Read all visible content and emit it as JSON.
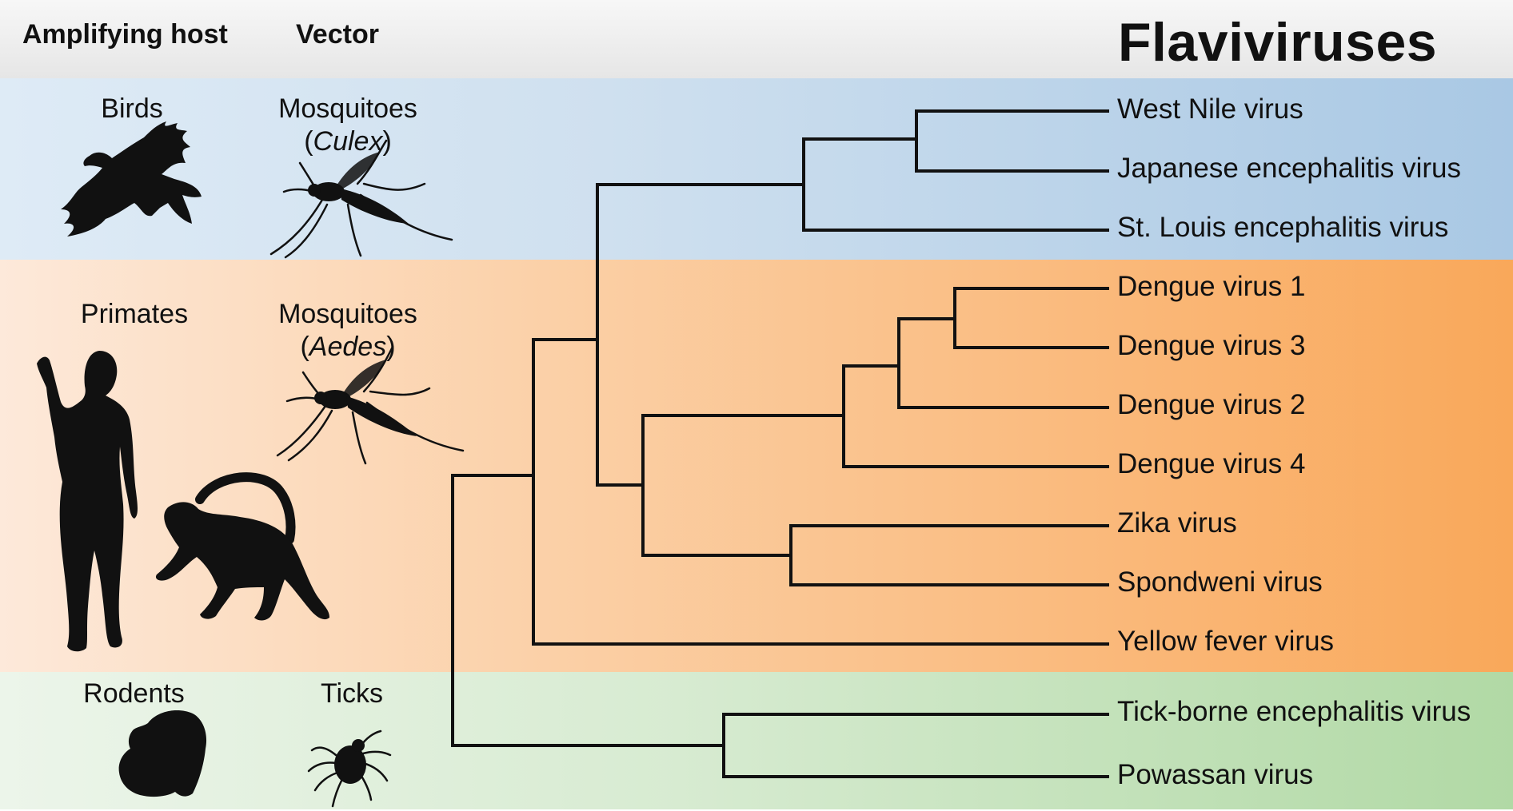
{
  "header": {
    "host_col": "Amplifying host",
    "vector_col": "Vector",
    "title": "Flaviviruses"
  },
  "groups": [
    {
      "host": "Birds",
      "vector": "Mosquitoes",
      "vector_genus": "Culex",
      "color": "#bcd6ec"
    },
    {
      "host": "Primates",
      "vector": "Mosquitoes",
      "vector_genus": "Aedes",
      "color": "#fbbf85"
    },
    {
      "host": "Rodents",
      "vector": "Ticks",
      "color": "#c7e3bf"
    }
  ],
  "viruses": [
    "West Nile virus",
    "Japanese encephalitis virus",
    "St. Louis encephalitis virus",
    "Dengue virus 1",
    "Dengue virus 3",
    "Dengue virus 2",
    "Dengue virus 4",
    "Zika virus",
    "Spondweni virus",
    "Yellow fever virus",
    "Tick-borne encephalitis virus",
    "Powassan virus"
  ],
  "icons": [
    "bird-icon",
    "culex-mosquito-icon",
    "human-icon",
    "monkey-icon",
    "aedes-mosquito-icon",
    "rodent-icon",
    "tick-icon"
  ]
}
